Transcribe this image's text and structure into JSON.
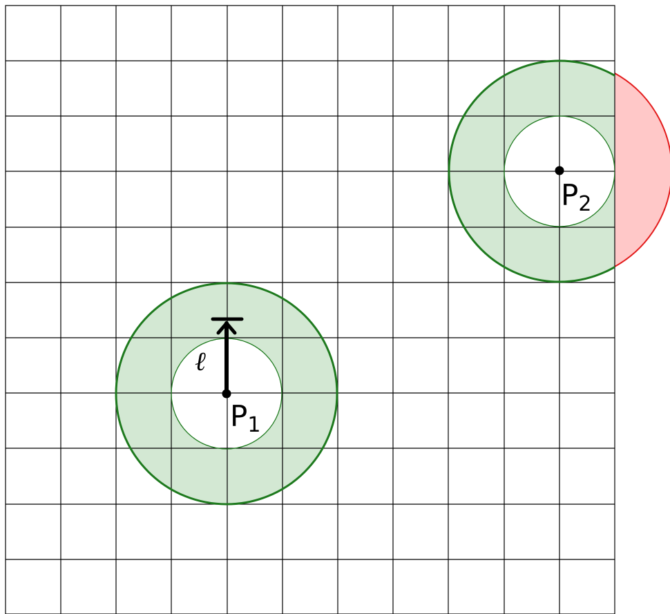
{
  "labels": {
    "p1_main": "P",
    "p1_sub": "1",
    "p2_main": "P",
    "p2_sub": "2",
    "length": "ℓ"
  },
  "colors": {
    "grid": "#000000",
    "annulus_fill": "#d3e8d3",
    "annulus_stroke": "#1e7a1e",
    "outside_fill": "#ffc8c8",
    "outside_stroke": "#e31b1b",
    "point": "#000000",
    "arrow": "#000000"
  }
}
